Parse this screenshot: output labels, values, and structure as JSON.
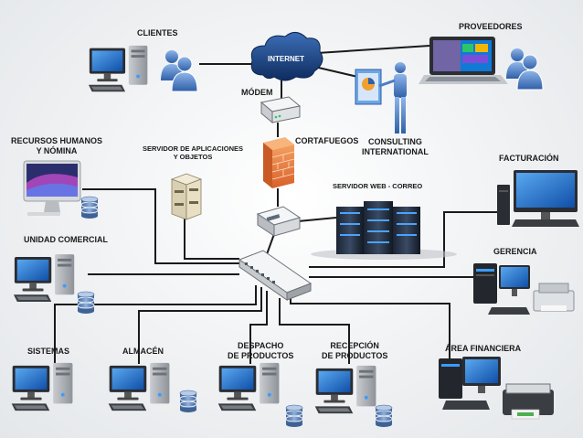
{
  "labels": {
    "clientes": "CLIENTES",
    "proveedores": "PROVEEDORES",
    "internet": "INTERNET",
    "modem": "MÓDEM",
    "cortafuegos": "CORTAFUEGOS",
    "consulting": "CONSULTING\nINTERNATIONAL",
    "rrhh": "RECURSOS HUMANOS\nY NÓMINA",
    "servidor_aplicaciones": "SERVIDOR DE  APLICACIONES\nY OBJETOS",
    "servidor_web": "SERVIDOR WEB - CORREO",
    "facturacion": "FACTURACIÓN",
    "unidad_comercial": "UNIDAD COMERCIAL",
    "gerencia": "GERENCIA",
    "sistemas": "SISTEMAS",
    "almacen": "ALMACÉN",
    "despacho": "DESPACHO\nDE PRODUCTOS",
    "recepcion": "RECEPCIÓN\nDE PRODUCTOS",
    "area_financiera": "ÁREA FINANCIERA"
  },
  "icons": {
    "workstation": "desktop-computer-icon",
    "users": "users-icon",
    "database": "database-icon",
    "cloud": "cloud-icon",
    "modem": "modem-icon",
    "firewall": "firewall-icon",
    "switch": "network-switch-icon",
    "router": "router-icon",
    "server_rack": "server-rack-icon",
    "laptop": "laptop-icon",
    "presenter": "presenter-icon",
    "printer": "printer-icon",
    "imac": "imac-icon"
  },
  "colors": {
    "cloud": "#1a3f7a",
    "screen": "#1f6fd1",
    "firewall": "#e8763a",
    "line": "#1a1a1a",
    "database": "#4a6fa0",
    "person": "#4d7cc4"
  }
}
